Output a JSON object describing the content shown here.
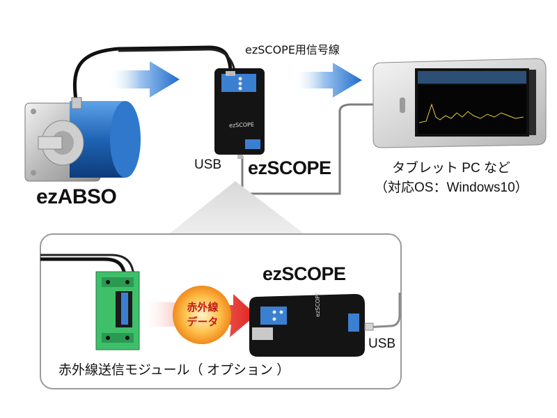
{
  "top": {
    "signal_line_label": "ezSCOPE用信号線",
    "encoder_name": "ezABSO",
    "scope_name": "ezSCOPE",
    "scope_body_text": "ezSCOPE",
    "usb_label": "USB",
    "tablet_label_line1": "タブレット PC など",
    "tablet_label_line2": "（対応OS：Windows10）"
  },
  "panel": {
    "scope_name": "ezSCOPE",
    "scope_body_text": "ezSCOPE",
    "ir_badge_line1": "赤外線",
    "ir_badge_line2": "データ",
    "usb_label": "USB",
    "module_caption": "赤外線送信モジュール（ オプション ）"
  },
  "icons": [
    "encoder-icon",
    "scope-device-icon",
    "tablet-icon",
    "ir-module-icon",
    "arrow-icon",
    "cable-icon"
  ],
  "colors": {
    "arrow_blue": "#2f7fd6",
    "ir_arrow_red": "#e0201e",
    "badge_orange": "#f39a2a",
    "module_green": "#3fbf6a",
    "encoder_blue": "#1f63b5",
    "device_black": "#141414",
    "panel_border": "#9a9a9a"
  }
}
